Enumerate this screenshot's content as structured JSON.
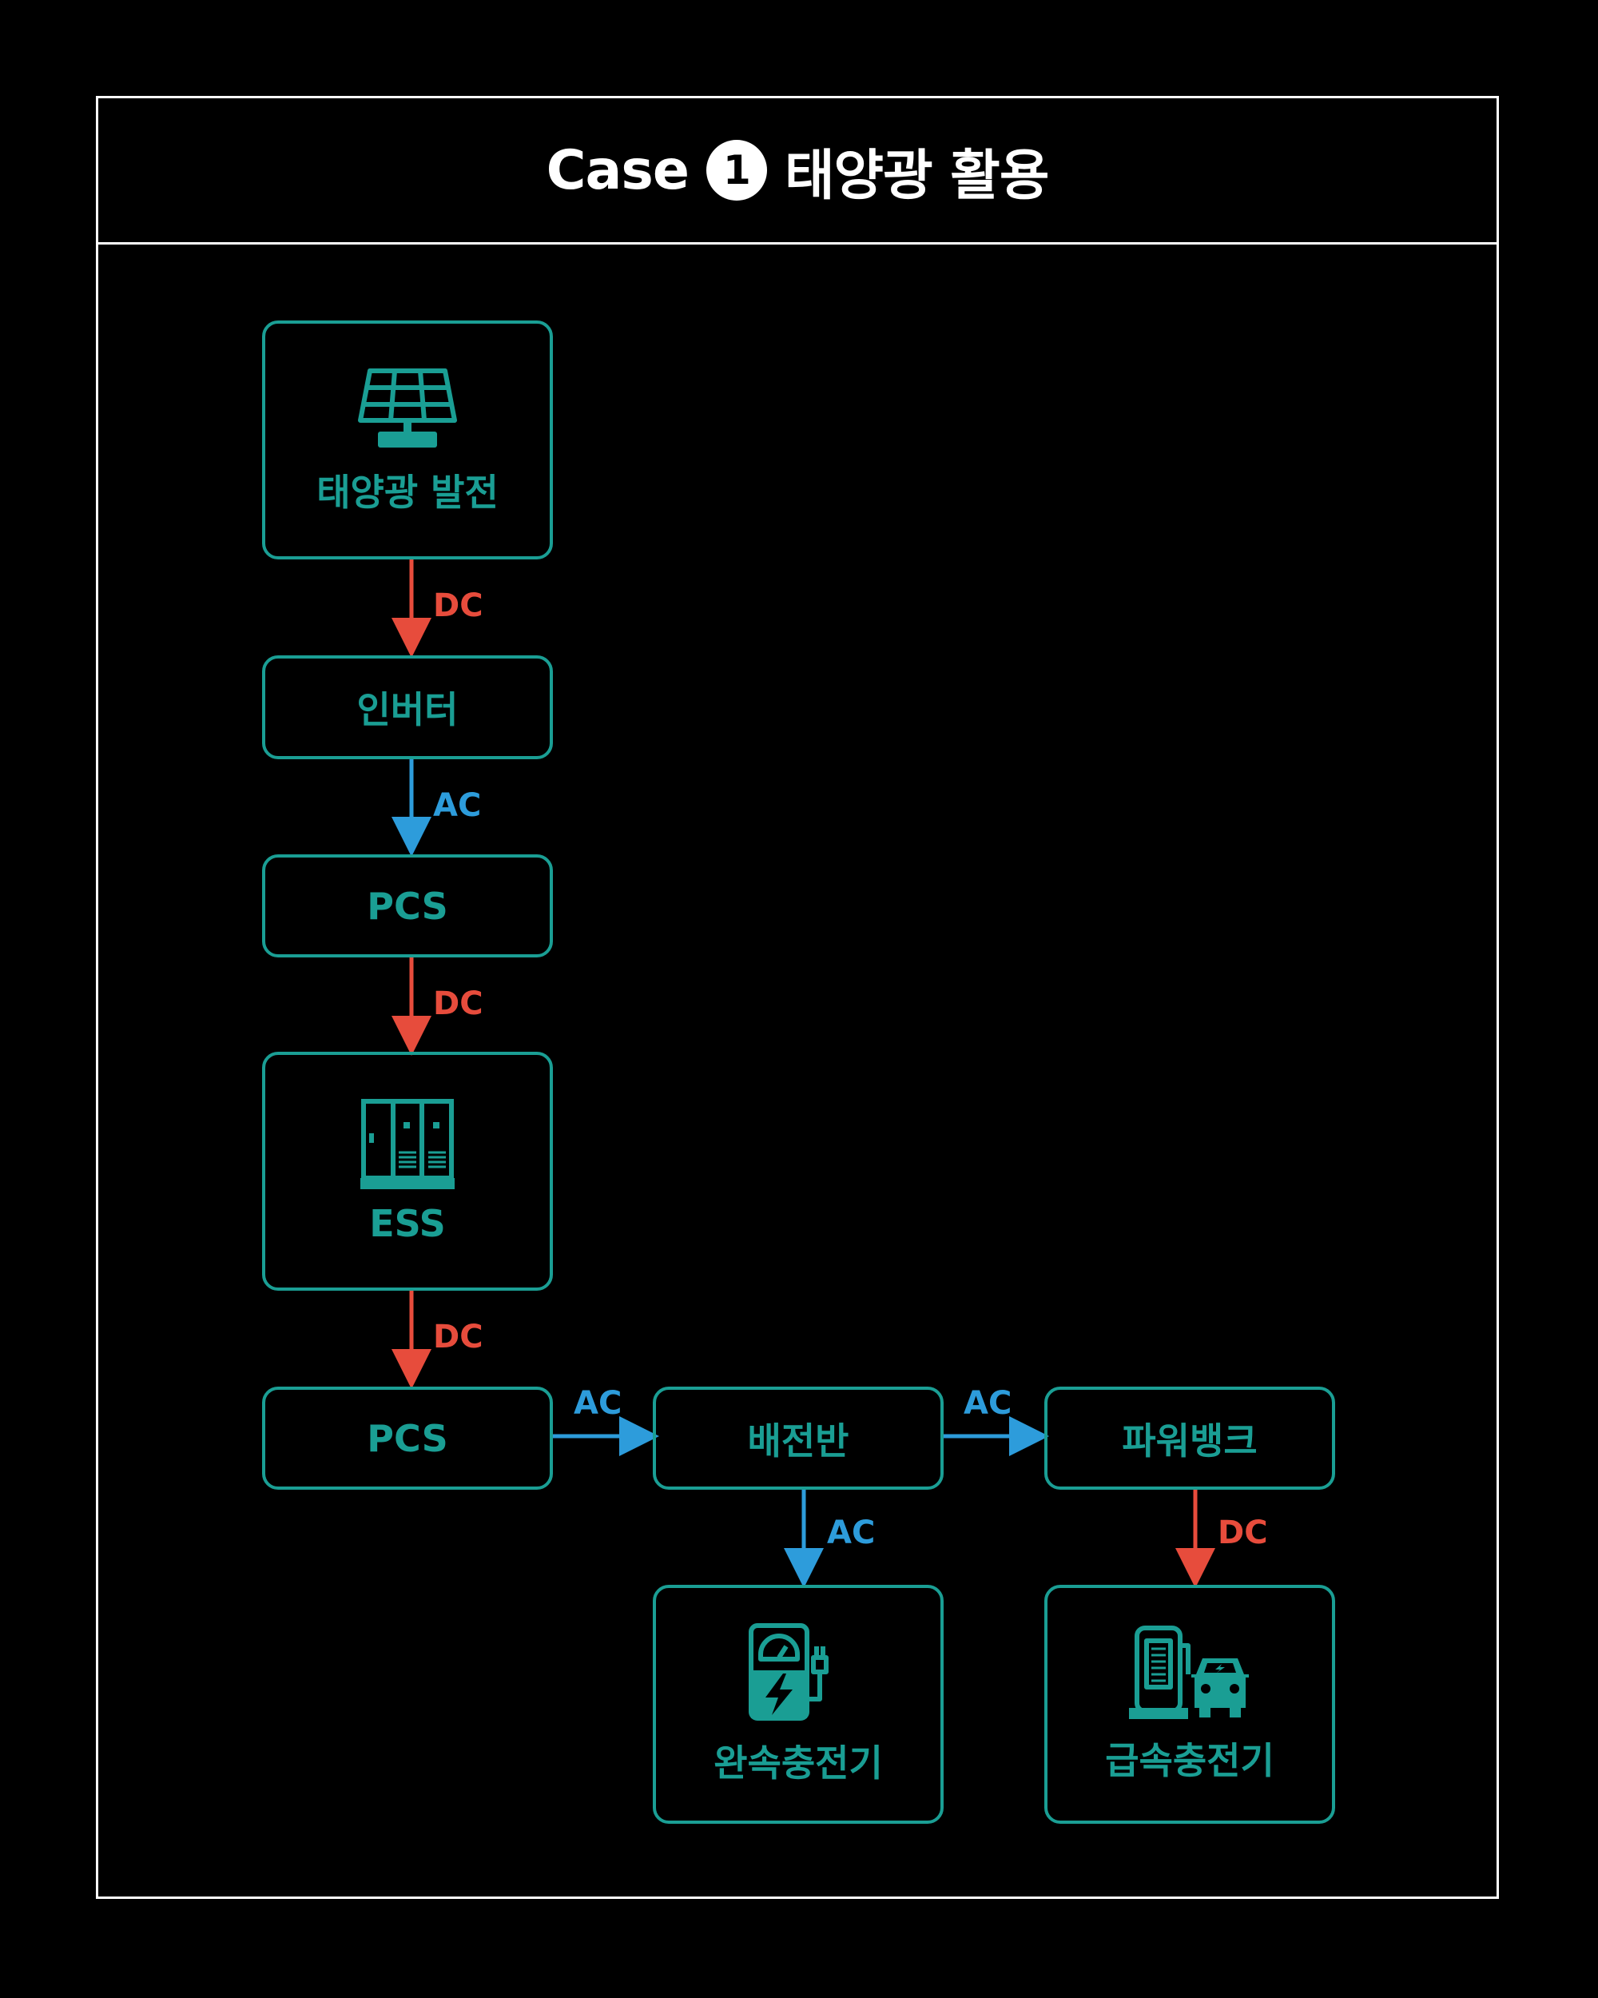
{
  "title": {
    "prefix": "Case",
    "number": "1",
    "suffix": "태양광 활용"
  },
  "nodes": {
    "solar": {
      "label": "태양광 발전",
      "icon": "solar-panel-icon"
    },
    "inverter": {
      "label": "인버터"
    },
    "pcs1": {
      "label": "PCS"
    },
    "ess": {
      "label": "ESS",
      "icon": "ess-cabinet-icon"
    },
    "pcs2": {
      "label": "PCS"
    },
    "switchboard": {
      "label": "배전반"
    },
    "powerbank": {
      "label": "파워뱅크"
    },
    "slow_charger": {
      "label": "완속충전기",
      "icon": "slow-charger-icon"
    },
    "fast_charger": {
      "label": "급속충전기",
      "icon": "fast-charger-icon"
    }
  },
  "connections": {
    "solar_inverter": "DC",
    "inverter_pcs1": "AC",
    "pcs1_ess": "DC",
    "ess_pcs2": "DC",
    "pcs2_switchboard": "AC",
    "switchboard_powerbank": "AC",
    "switchboard_slow": "AC",
    "powerbank_fast": "DC"
  },
  "colors": {
    "node": "#1a9e94",
    "dc": "#e74c3c",
    "ac": "#2d9cdb",
    "frame": "#ffffff",
    "background": "#000000"
  }
}
